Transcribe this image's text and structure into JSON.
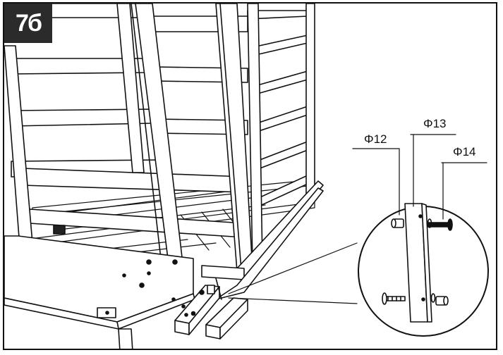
{
  "step": {
    "number": "7б"
  },
  "parts": [
    {
      "id": "phi12",
      "label": "Φ12",
      "kind": "dowel"
    },
    {
      "id": "phi13",
      "label": "Φ13",
      "kind": "panel"
    },
    {
      "id": "phi14",
      "label": "Φ14",
      "kind": "screw"
    }
  ],
  "colors": {
    "line": "#111111",
    "fill": "#ffffff",
    "badge": "#2b2b2b"
  }
}
